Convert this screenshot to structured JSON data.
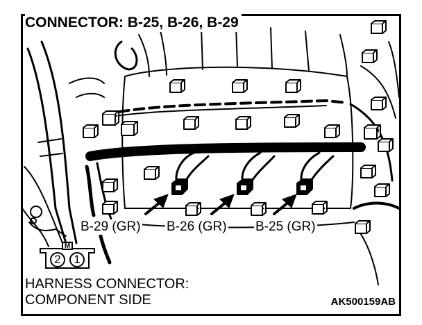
{
  "title": "CONNECTOR: B-25, B-26, B-29",
  "connector_labels": [
    "B-29 (GR)",
    "B-26 (GR)",
    "B-25 (GR)"
  ],
  "harness_connector": {
    "mark": "M",
    "pins": [
      "2",
      "1"
    ]
  },
  "caption_line1": "HARNESS CONNECTOR:",
  "caption_line2": "COMPONENT SIDE",
  "figure_code": "AK500159AB",
  "colors": {
    "ink": "#000000",
    "background": "#ffffff"
  }
}
